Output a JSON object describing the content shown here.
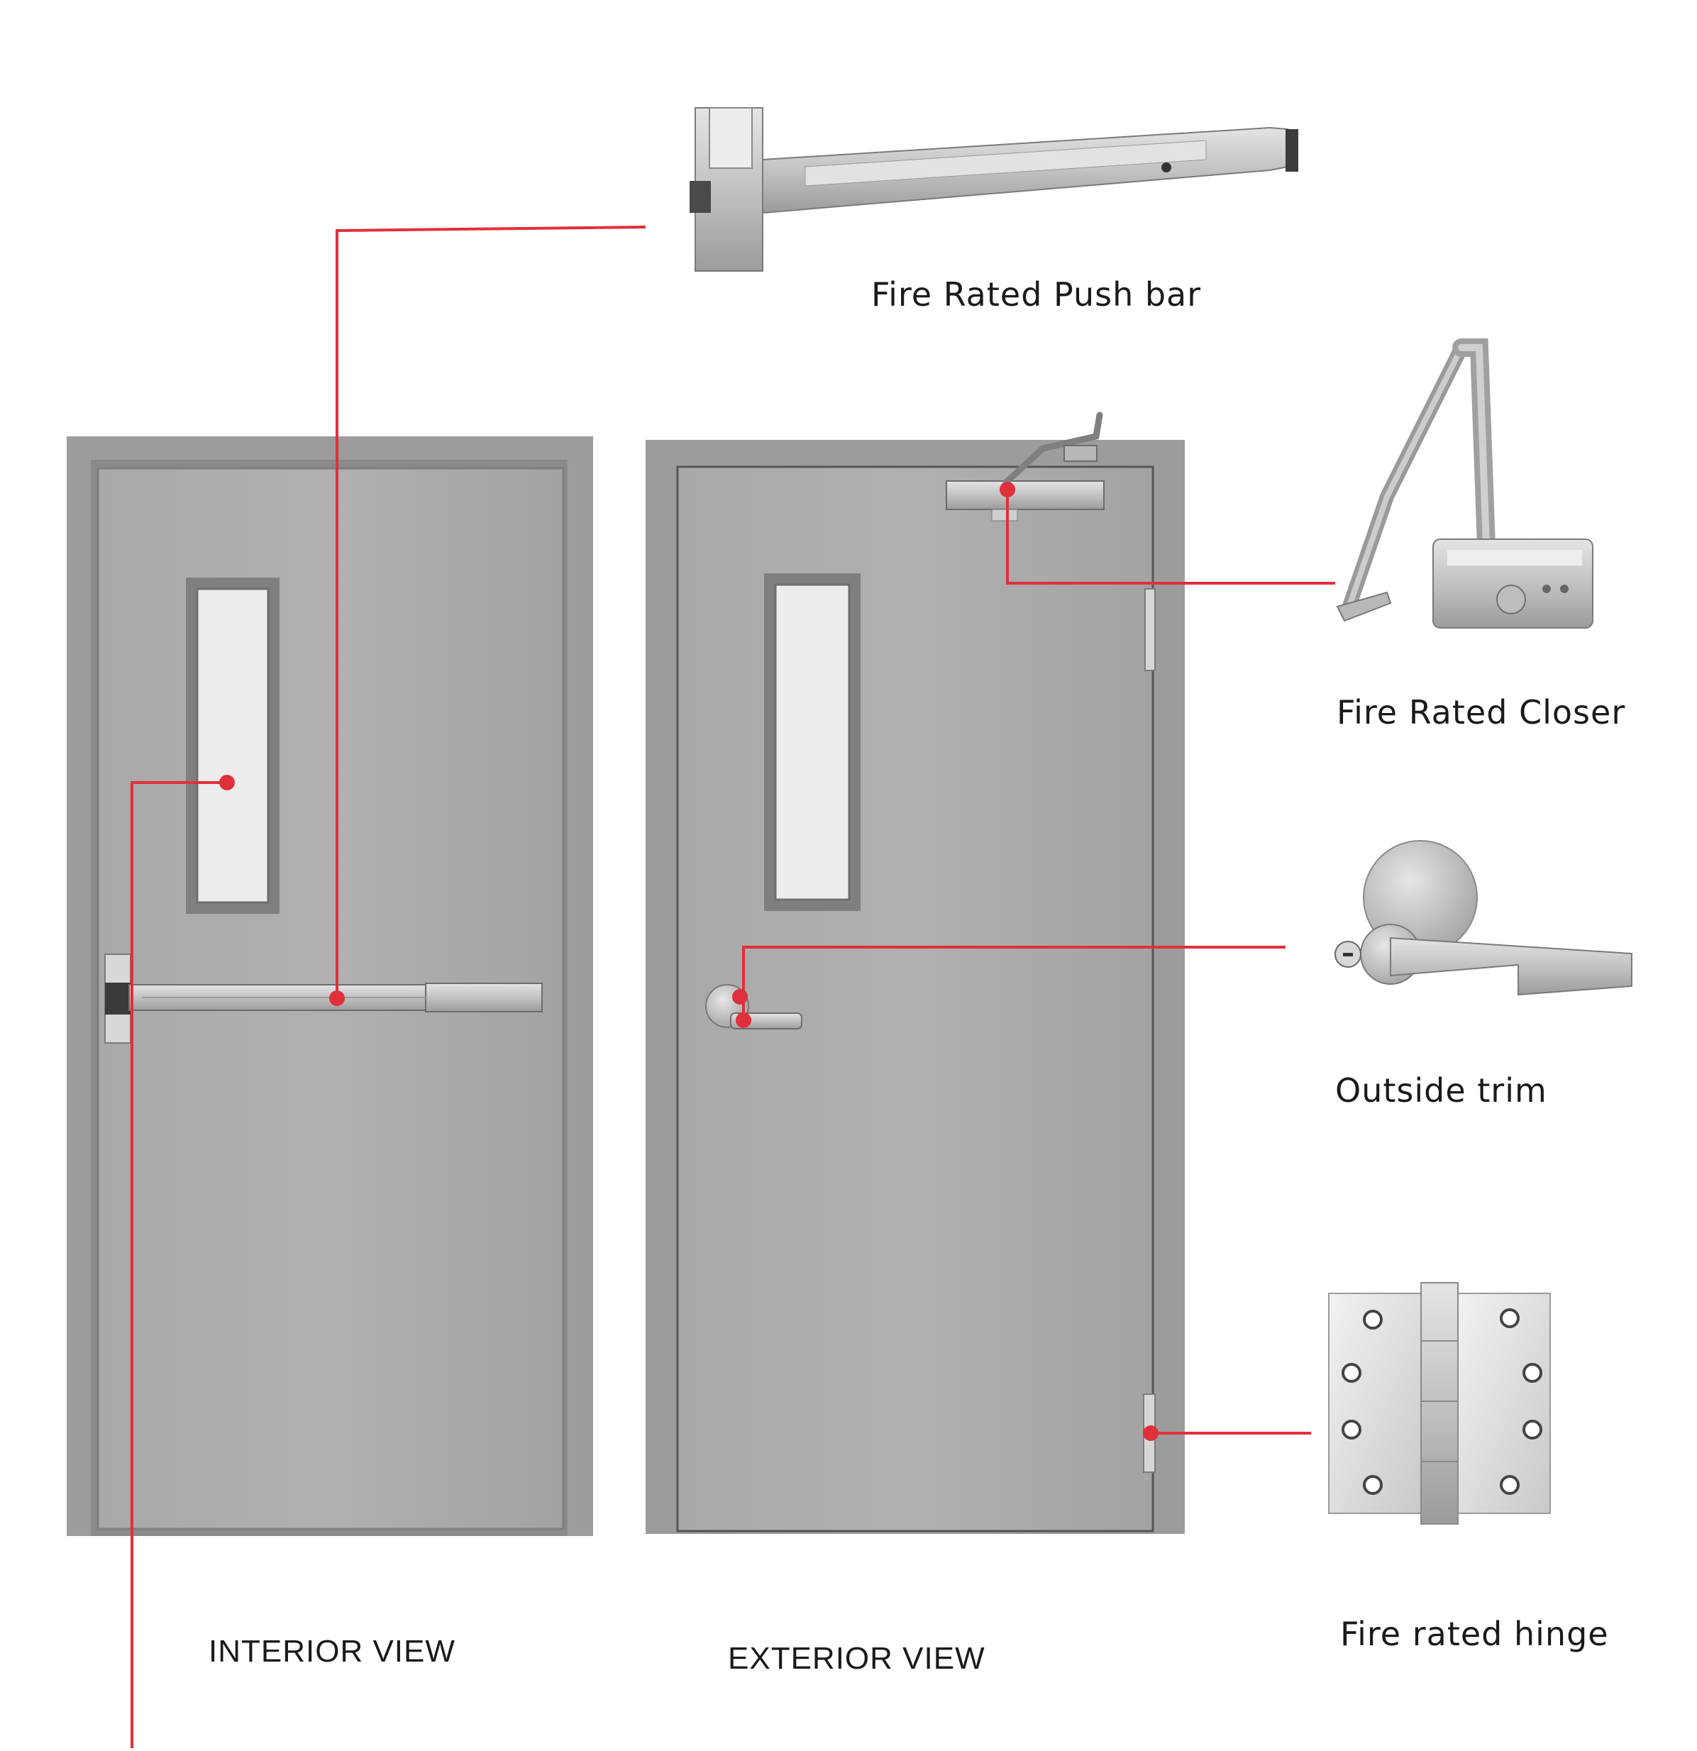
{
  "labels": {
    "push_bar": "Fire Rated Push bar",
    "closer": "Fire Rated Closer",
    "outside_trim": "Outside trim",
    "hinge": "Fire rated hinge",
    "interior_view": "INTERIOR VIEW",
    "exterior_view": "EXTERIOR VIEW"
  },
  "colors": {
    "background": "#ffffff",
    "callout": "#e0303b",
    "door": "#a8a8a8",
    "frame": "#9a9a9a",
    "glass": "#eeeeee",
    "metal": "#c8c8c8"
  },
  "icons": {
    "push_bar": "panic-bar-icon",
    "closer": "door-closer-icon",
    "trim": "lever-handle-icon",
    "hinge": "hinge-icon"
  }
}
